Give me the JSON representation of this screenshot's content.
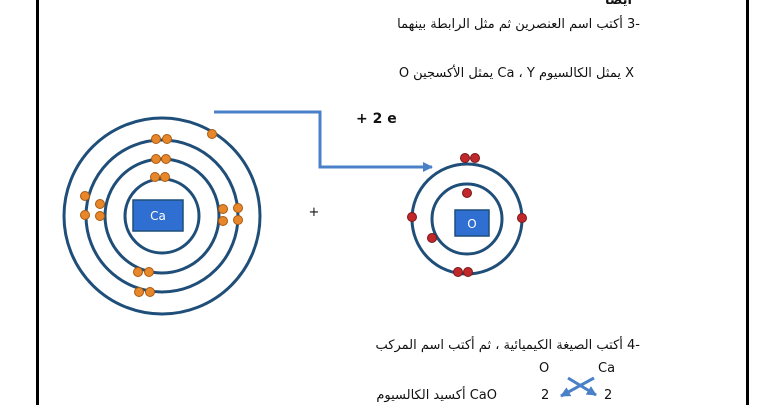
{
  "top_clip": "ايضا",
  "q3": {
    "number": "-3",
    "text": "أكتب اسم العنصرين ثم مثل الرابطة بينهما"
  },
  "given": {
    "text": "X يمثل الكالسيوم Ca ، Y يمثل الأكسجين O"
  },
  "transfer": {
    "label": "+ 2 e"
  },
  "atoms": {
    "calcium": {
      "symbol": "Ca"
    },
    "oxygen": {
      "symbol": "O"
    },
    "plus": "+"
  },
  "q4": {
    "number": "-4",
    "text": "أكتب الصيغة الكيميائية ، ثم أكتب اسم المركب"
  },
  "formula": {
    "o_symbol": "O",
    "ca_symbol": "Ca",
    "o_valence": "2",
    "ca_valence": "2",
    "result": "CaO أكسيد الكالسيوم"
  },
  "colors": {
    "shell": "#1f4e79",
    "nucleus": "#2f6fd1",
    "ca_electron": "#e8862a",
    "o_electron": "#c0282c",
    "arrow": "#4a80c8"
  }
}
